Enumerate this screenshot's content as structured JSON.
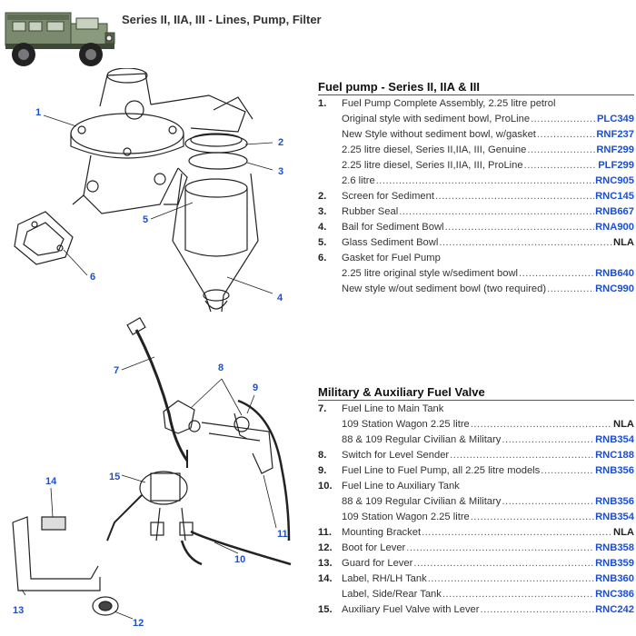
{
  "header": {
    "title": "Series II, IIA, III - Lines, Pump, Filter"
  },
  "diagram": {
    "callouts": [
      "1",
      "2",
      "3",
      "4",
      "5",
      "6",
      "7",
      "8",
      "9",
      "10",
      "11",
      "12",
      "13",
      "14",
      "15"
    ]
  },
  "sections": [
    {
      "heading": "Fuel pump - Series II, IIA & III",
      "rows": [
        {
          "num": "1.",
          "desc": "Fuel Pump Complete Assembly, 2.25 litre petrol",
          "pn": ""
        },
        {
          "num": "",
          "desc": "Original style with sediment bowl, ProLine",
          "pn": "PLC349"
        },
        {
          "num": "",
          "desc": "New Style without sediment bowl, w/gasket",
          "pn": "RNF237"
        },
        {
          "num": "",
          "desc": "2.25 litre diesel, Series II,IIA, III, Genuine",
          "pn": "RNF299"
        },
        {
          "num": "",
          "desc": "2.25 litre diesel, Series II,IIA, III, ProLine",
          "pn": "PLF299"
        },
        {
          "num": "",
          "desc": "2.6 litre",
          "pn": "RNC905"
        },
        {
          "num": "2.",
          "desc": "Screen for Sediment",
          "pn": "RNC145"
        },
        {
          "num": "3.",
          "desc": "Rubber Seal",
          "pn": "RNB667"
        },
        {
          "num": "4.",
          "desc": "Bail for Sediment Bowl",
          "pn": "RNA900"
        },
        {
          "num": "5.",
          "desc": "Glass Sediment Bowl",
          "pn": "NLA"
        },
        {
          "num": "6.",
          "desc": "Gasket for Fuel Pump",
          "pn": ""
        },
        {
          "num": "",
          "desc": "2.25 litre original style w/sediment bowl",
          "pn": "RNB640"
        },
        {
          "num": "",
          "desc": "New style w/out sediment bowl (two required)",
          "pn": "RNC990"
        }
      ]
    },
    {
      "heading": "Military & Auxiliary Fuel Valve",
      "rows": [
        {
          "num": "7.",
          "desc": "Fuel Line to Main Tank",
          "pn": ""
        },
        {
          "num": "",
          "desc": "109 Station Wagon 2.25 litre",
          "pn": "NLA"
        },
        {
          "num": "",
          "desc": "88 & 109 Regular Civilian & Military",
          "pn": "RNB354"
        },
        {
          "num": "8.",
          "desc": "Switch for Level Sender",
          "pn": "RNC188"
        },
        {
          "num": "9.",
          "desc": "Fuel Line to Fuel Pump, all 2.25 litre models",
          "pn": "RNB356"
        },
        {
          "num": "10.",
          "desc": "Fuel Line to Auxiliary Tank",
          "pn": ""
        },
        {
          "num": "",
          "desc": "88 & 109 Regular Civilian & Military",
          "pn": "RNB356"
        },
        {
          "num": "",
          "desc": "109 Station Wagon 2.25 litre",
          "pn": "RNB354"
        },
        {
          "num": "11.",
          "desc": "Mounting Bracket",
          "pn": "NLA"
        },
        {
          "num": "12.",
          "desc": "Boot for Lever",
          "pn": "RNB358"
        },
        {
          "num": "13.",
          "desc": "Guard for Lever",
          "pn": "RNB359"
        },
        {
          "num": "14.",
          "desc": "Label, RH/LH Tank",
          "pn": "RNB360"
        },
        {
          "num": "",
          "desc": "Label, Side/Rear Tank",
          "pn": "RNC386"
        },
        {
          "num": "15.",
          "desc": "Auxiliary Fuel Valve with Lever",
          "pn": "RNC242"
        }
      ]
    }
  ]
}
